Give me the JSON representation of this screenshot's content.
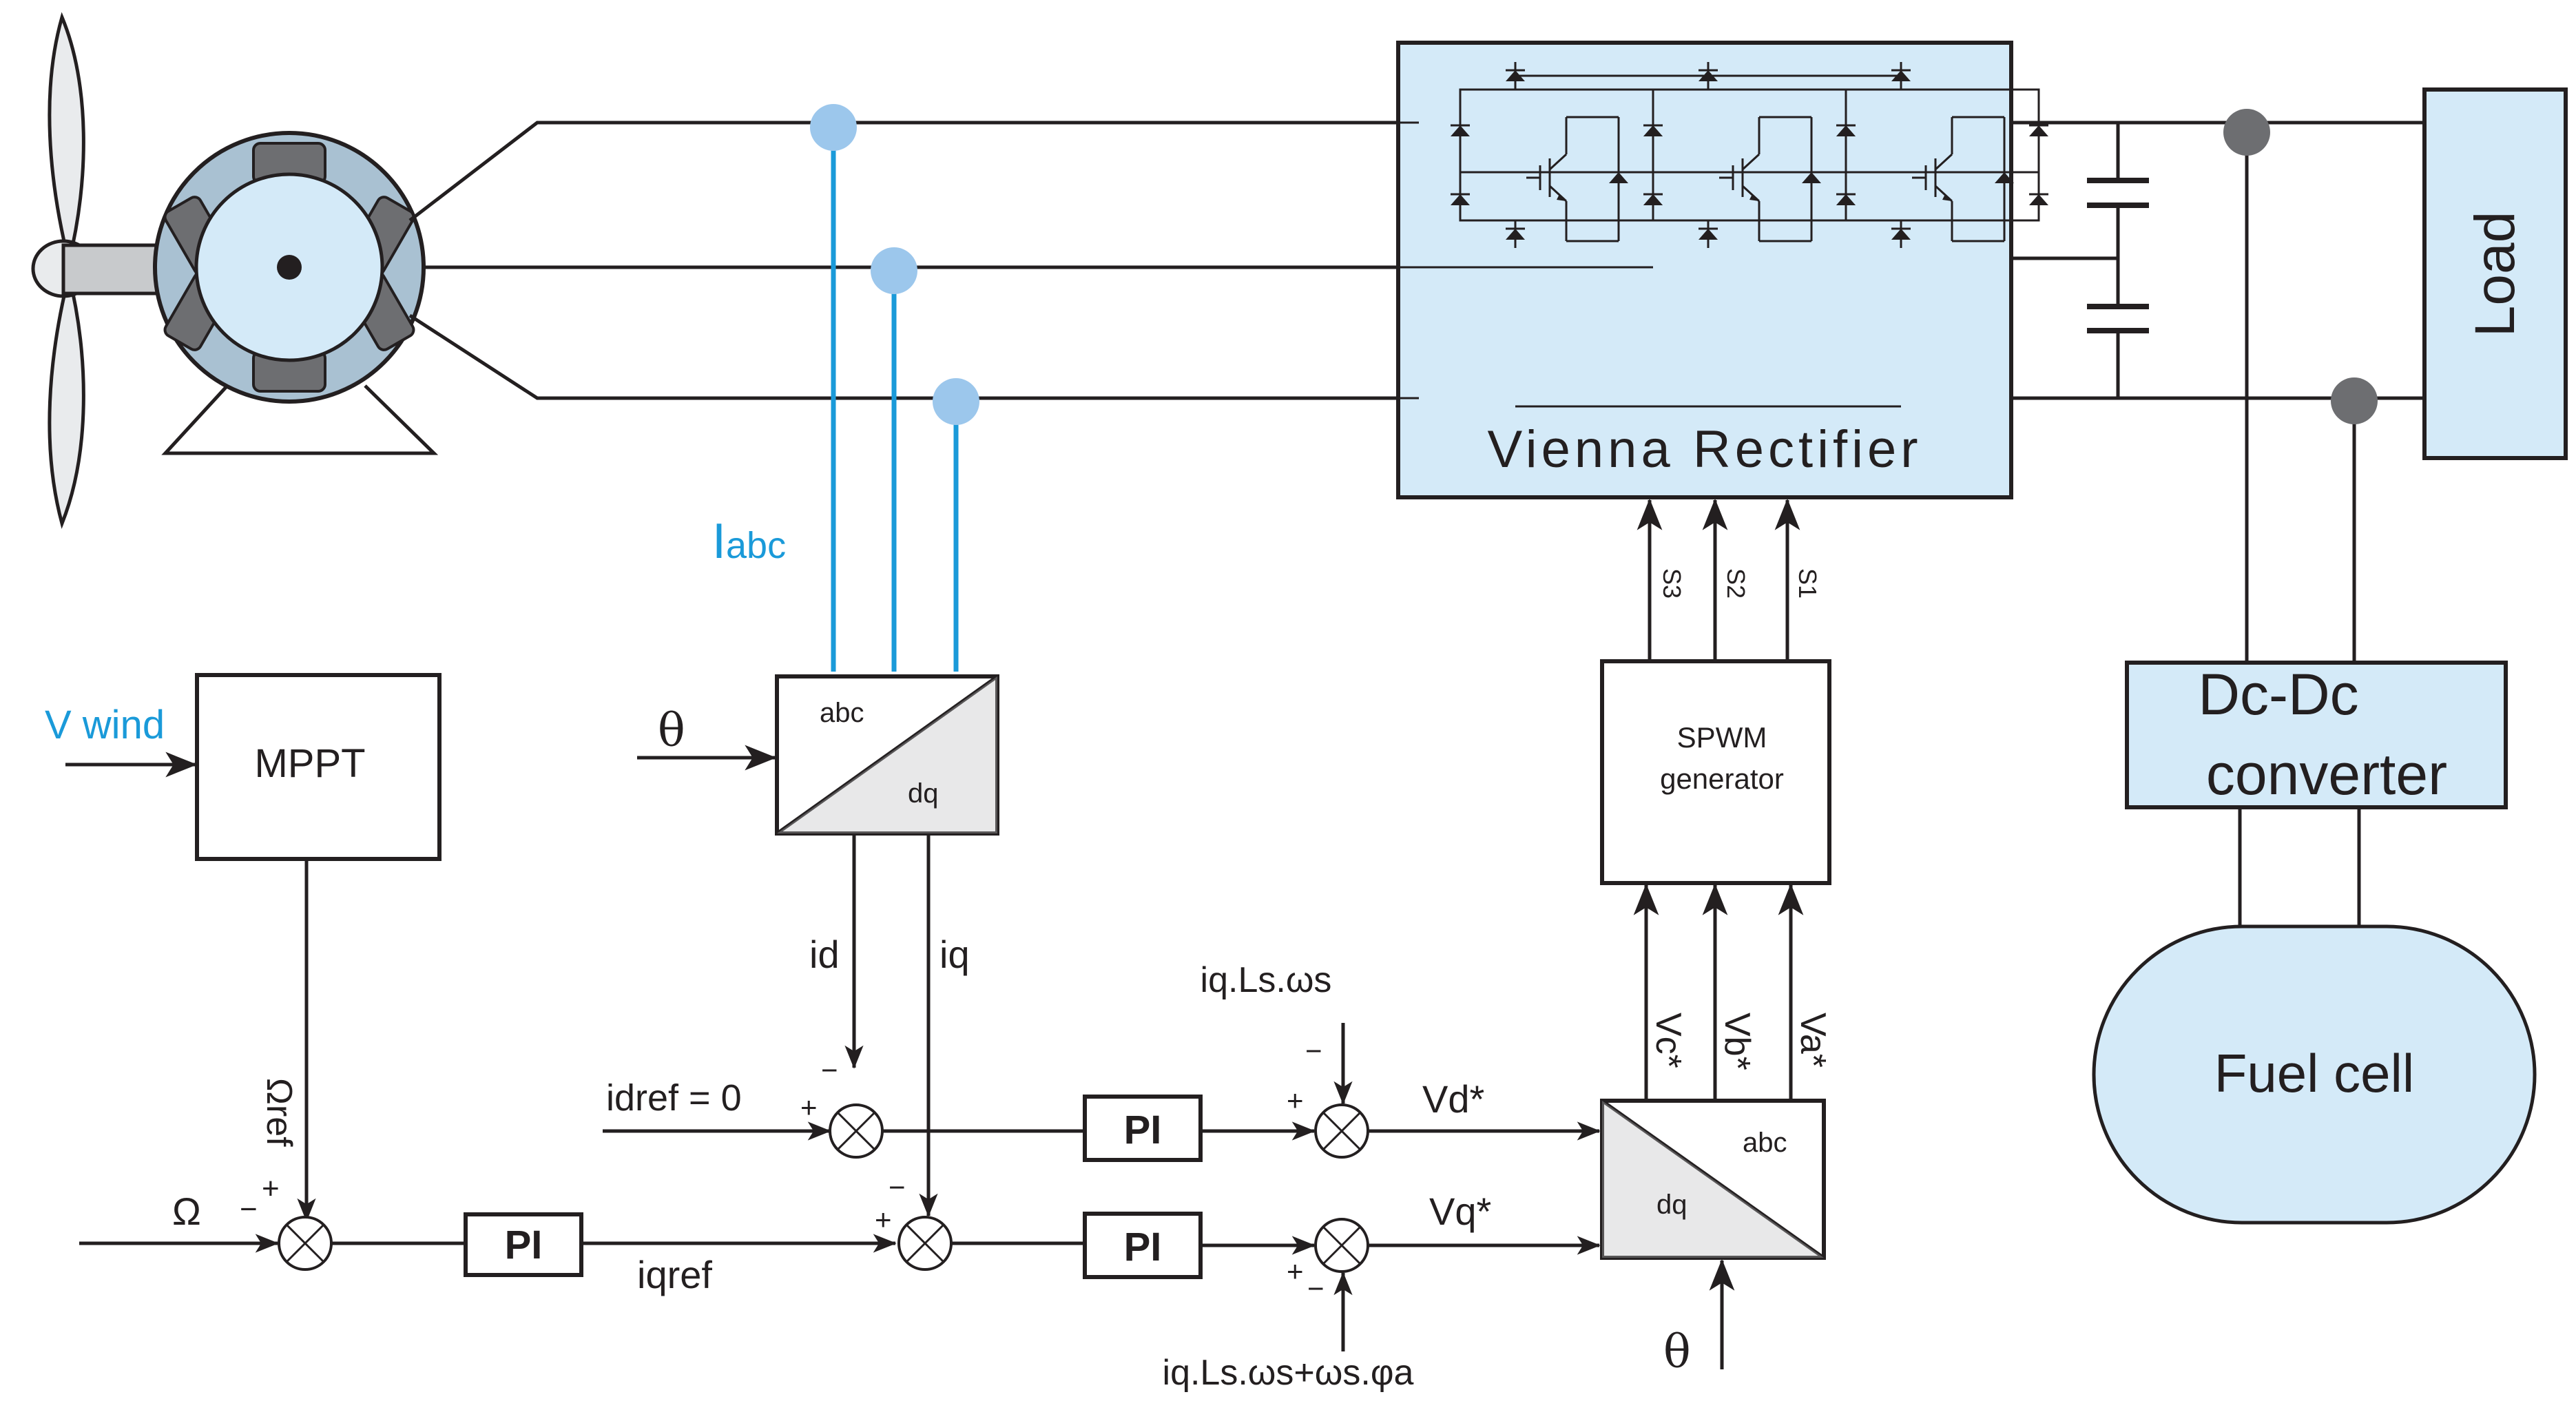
{
  "colors": {
    "accent_blue": "#1a9ad9",
    "light_blue_fill": "#d4eaf8",
    "line": "#231f20",
    "sensor_dot": "#9cc7ec",
    "node_dot": "#6d6e71"
  },
  "icons": [
    "wind-turbine-icon",
    "pmsg-generator-icon",
    "capacitor-icon",
    "igbt-switch-icon"
  ],
  "labels": {
    "iabc_main": "I",
    "iabc_sub": "abc",
    "v_wind": "V wind",
    "theta": "θ",
    "omega": "Ω",
    "omega_ref": "Ωref",
    "idref": "idref = 0",
    "id": "id",
    "iq": "iq",
    "iqref": "iqref",
    "vd_star": "Vd*",
    "vq_star": "Vq*",
    "vc_star": "Vc*",
    "vb_star": "Vb*",
    "va_star": "Va*",
    "s3": "S3",
    "s2": "S2",
    "s1": "S1",
    "ff_d": "iq.Ls.ωs",
    "ff_q": "iq.Ls.ωs+ωs.φa",
    "plus": "+",
    "minus": "−"
  },
  "blocks": {
    "mppt": "MPPT",
    "abc_dq_top": "abc",
    "abc_dq_bottom": "dq",
    "dq_abc_top": "abc",
    "dq_abc_bottom": "dq",
    "spwm_line1": "SPWM",
    "spwm_line2": "generator",
    "pi": "PI",
    "vienna": "Vienna Rectifier",
    "dcdc_line1": "Dc-Dc",
    "dcdc_line2": "converter",
    "fuel_cell": "Fuel  cell",
    "load": "Load"
  }
}
